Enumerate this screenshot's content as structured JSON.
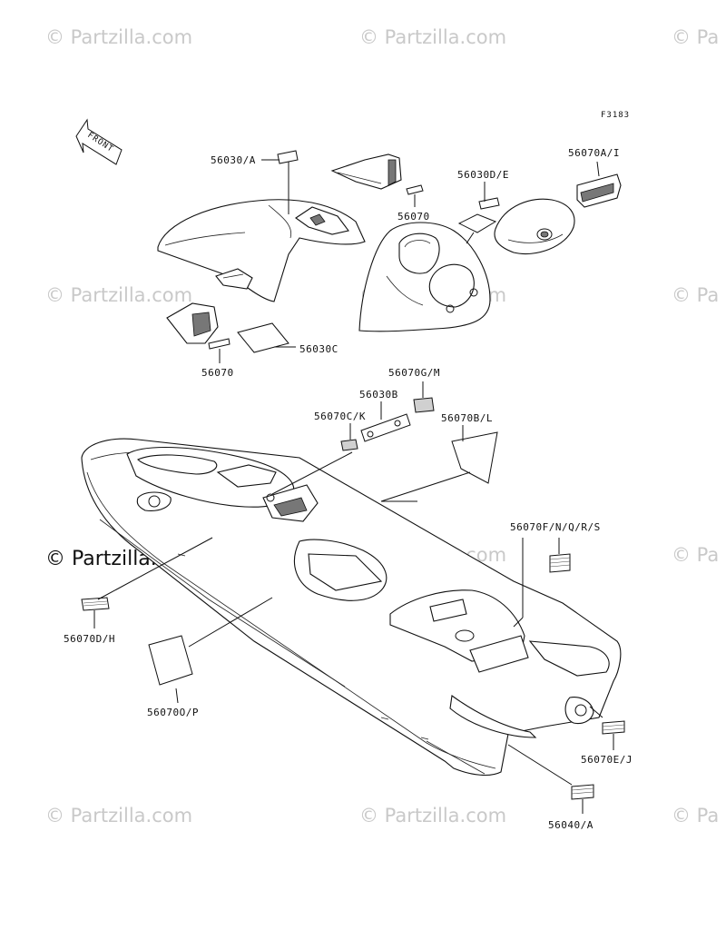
{
  "figure_code": "F3183",
  "front_label": "FRONT",
  "watermarks": {
    "text": "© Partzilla.com",
    "text_short": "© Pa",
    "prominent": "© Partzilla.com"
  },
  "labels": {
    "p56030a": "56030/A",
    "p56070_top": "56070",
    "p56030de": "56030D/E",
    "p56070ai": "56070A/I",
    "p56070_left": "56070",
    "p56030c": "56030C",
    "p56070gm": "56070G/M",
    "p56030b": "56030B",
    "p56070ck": "56070C/K",
    "p56070bl": "56070B/L",
    "p56070fnqrs": "56070F/N/Q/R/S",
    "p56070dh": "56070D/H",
    "p56070op": "56070O/P",
    "p56070ej": "56070E/J",
    "p56040a": "56040/A"
  }
}
